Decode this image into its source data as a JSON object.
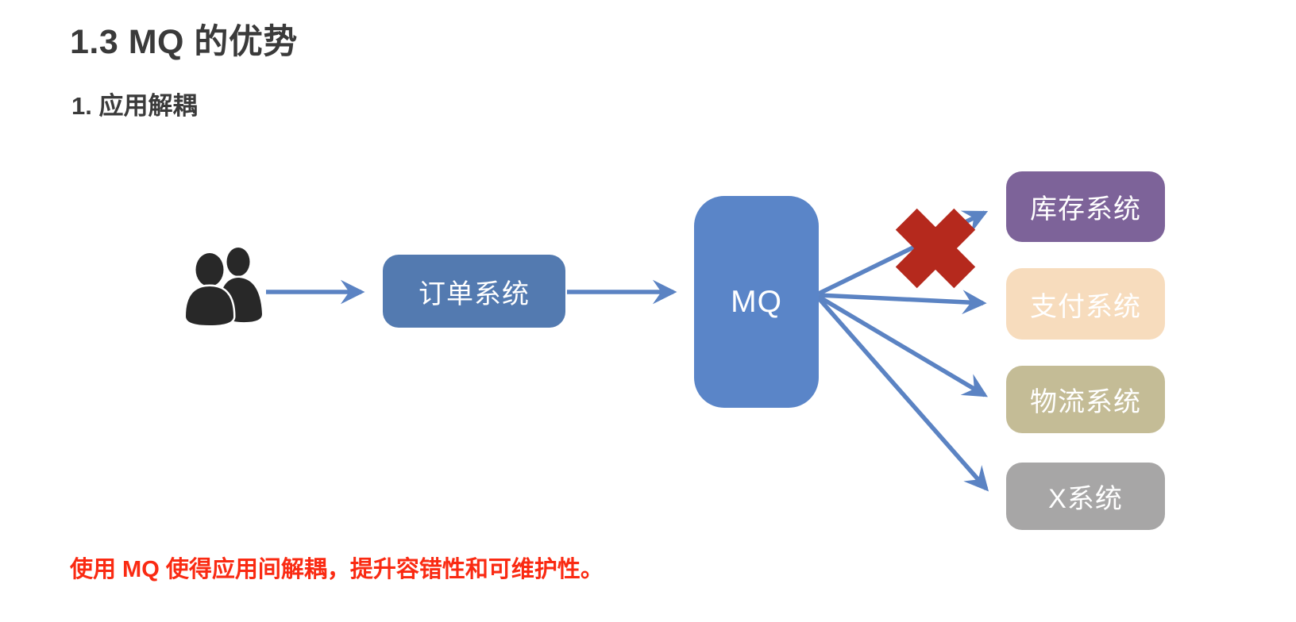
{
  "page": {
    "title": "1.3 MQ 的优势",
    "section_heading": "1. 应用解耦",
    "note": "使用 MQ 使得应用间解耦，提升容错性和可维护性。"
  },
  "diagram": {
    "icons": {
      "producer": "users-icon",
      "blocked": "cross-icon"
    },
    "nodes": {
      "order": {
        "label": "订单系统",
        "color": "#537ab0"
      },
      "mq": {
        "label": "MQ",
        "color": "#5a85c8"
      },
      "inventory": {
        "label": "库存系统",
        "color": "#7d6399"
      },
      "payment": {
        "label": "支付系统",
        "color": "#f7dcbd"
      },
      "logistics": {
        "label": "物流系统",
        "color": "#c4bc96"
      },
      "xsystem": {
        "label": "X系统",
        "color": "#a7a6a6"
      }
    },
    "edges": [
      "users → 订单系统",
      "订单系统 → MQ",
      "MQ → 库存系统 (blocked)",
      "MQ → 支付系统",
      "MQ → 物流系统",
      "MQ → X系统"
    ],
    "colors": {
      "arrow": "#5b83c3",
      "cross": "#b5291d",
      "note": "#fa2a12",
      "title": "#3a3a3a",
      "icon": "#282828"
    }
  }
}
